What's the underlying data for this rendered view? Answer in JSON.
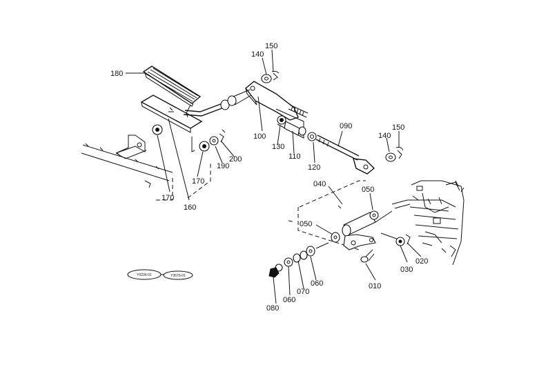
{
  "labels": {
    "p180": "180",
    "p140a": "140",
    "p150a": "150",
    "p100": "100",
    "p130": "130",
    "p110": "110",
    "p120": "120",
    "p090": "090",
    "p140b": "140",
    "p150b": "150",
    "p170a": "170",
    "p190": "190",
    "p200": "200",
    "p170b": "170",
    "p160": "160",
    "p040": "040",
    "p050a": "050",
    "p050b": "050",
    "p010": "010",
    "p030": "030",
    "p020": "020",
    "p060a": "060",
    "p070": "070",
    "p060b": "060",
    "p080": "080"
  },
  "refs": {
    "left": "Y0236-01",
    "right": "Y3676-01"
  }
}
